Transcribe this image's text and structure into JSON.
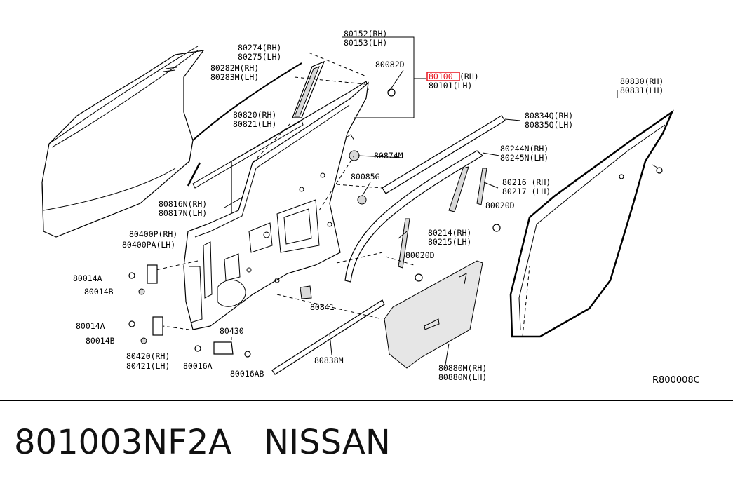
{
  "footer": {
    "part_number": "801003NF2A",
    "brand": "NISSAN"
  },
  "diagram": {
    "reference": "R800008C",
    "highlight_color": "#e8141e",
    "labels": {
      "l80152": "80152(RH)",
      "l80153": "80153(LH)",
      "l80274": "80274(RH)",
      "l80275": "80275(LH)",
      "l80282": "80282M(RH)",
      "l80283": "80283M(LH)",
      "l80082": "80082D",
      "l80100": "80100",
      "l80100s": "(RH)",
      "l80101": "80101(LH)",
      "l80820": "80820(RH)",
      "l80821": "80821(LH)",
      "l80834": "80834Q(RH)",
      "l80835": "80835Q(LH)",
      "l80830": "80830(RH)",
      "l80831": "80831(LH)",
      "l80874": "80874M",
      "l80244": "80244N(RH)",
      "l80245": "80245N(LH)",
      "l80085": "80085G",
      "l80216": "80216 (RH)",
      "l80217": "80217 (LH)",
      "l80816": "80816N(RH)",
      "l80817": "80817N(LH)",
      "l80020a": "80020D",
      "l80400p": "80400P(RH)",
      "l80400pa": "80400PA(LH)",
      "l80214": "80214(RH)",
      "l80215": "80215(LH)",
      "l80020b": "80020D",
      "l80014a1": "80014A",
      "l80014b1": "80014B",
      "l80841": "80841",
      "l80014a2": "80014A",
      "l80430": "80430",
      "l80014b2": "80014B",
      "l80838": "80838M",
      "l80420": "80420(RH)",
      "l80421": "80421(LH)",
      "l80016a": "80016A",
      "l80016ab": "80016AB",
      "l80880m": "80880M(RH)",
      "l80880n": "80880N(LH)"
    }
  }
}
